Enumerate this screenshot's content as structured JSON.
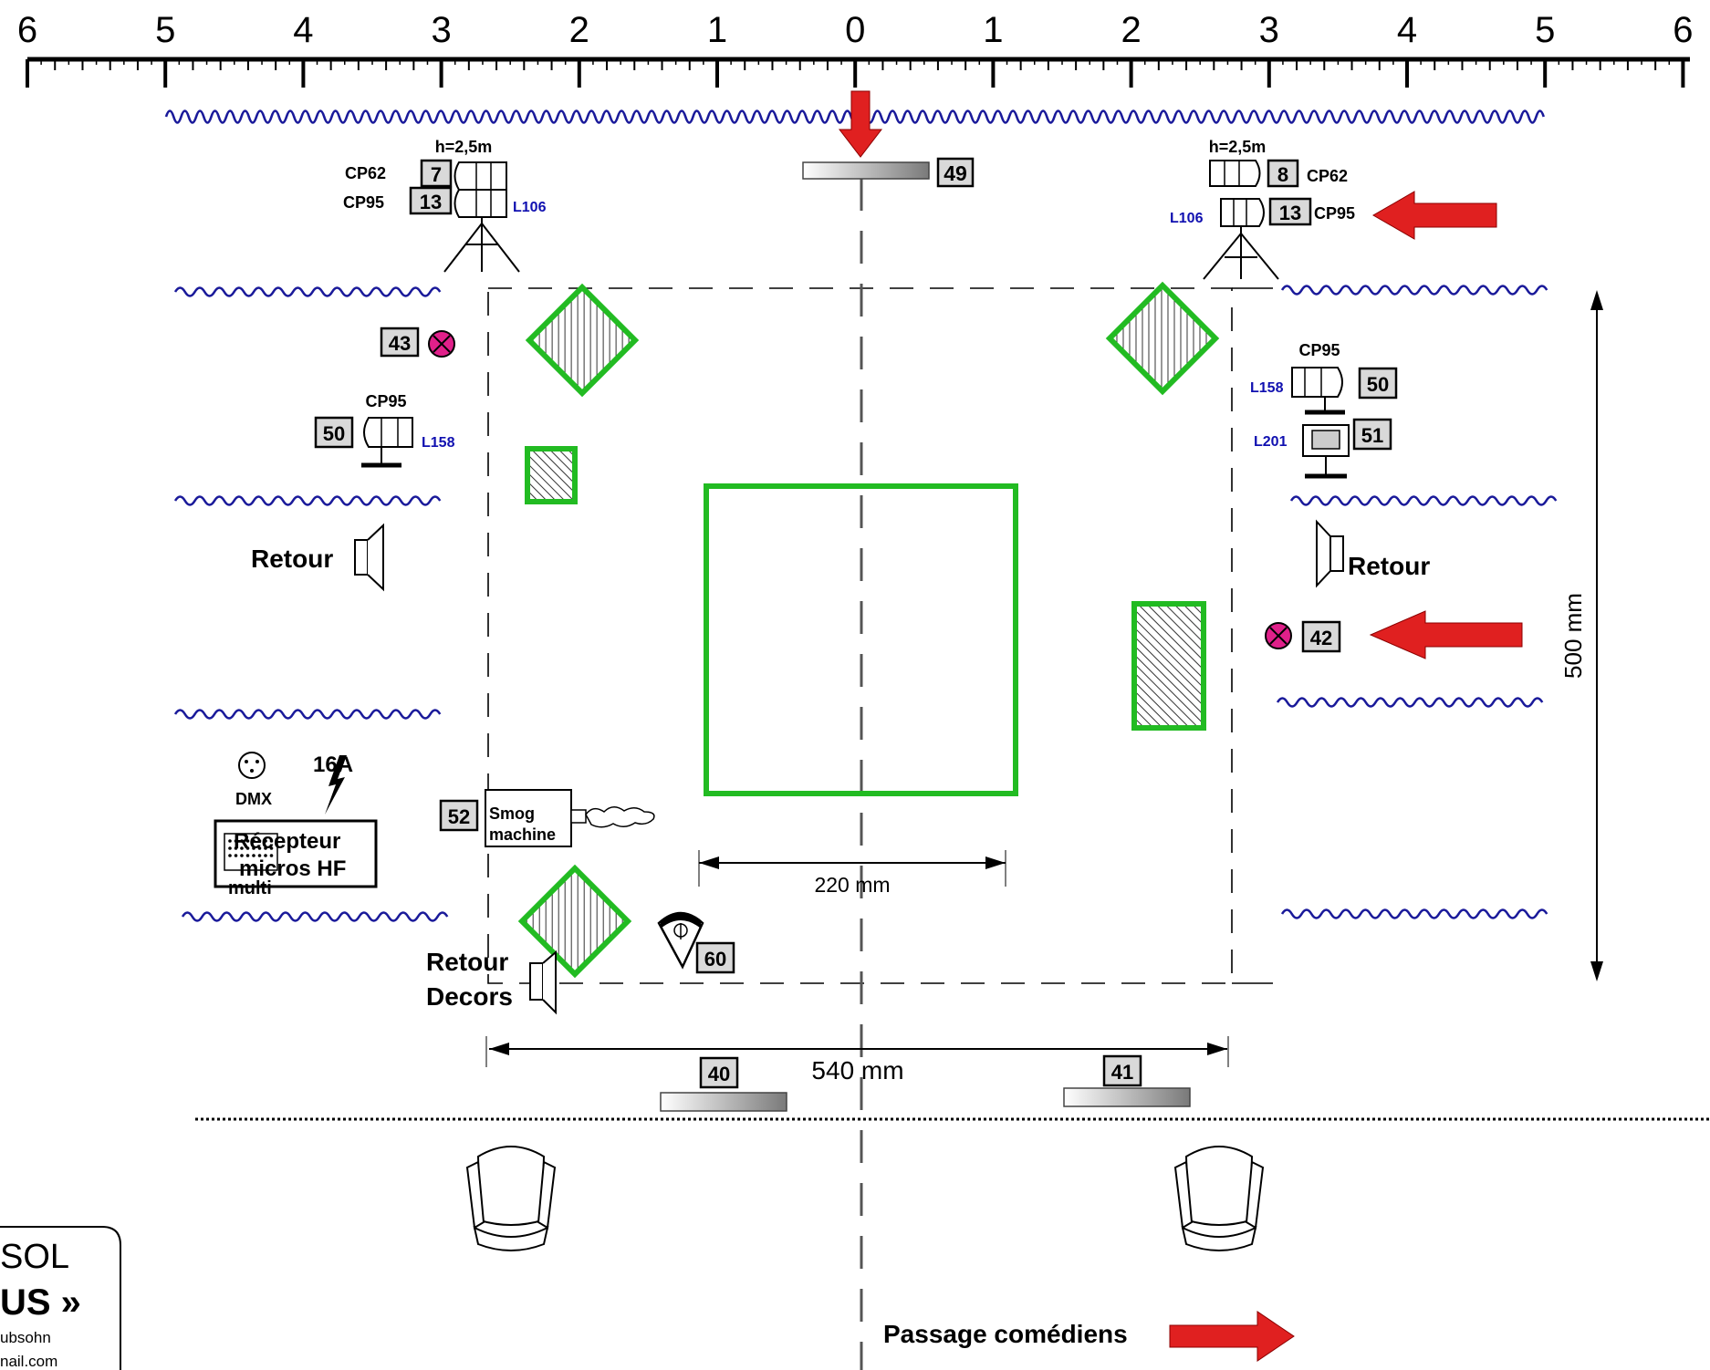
{
  "ruler": {
    "ticks": [
      "6",
      "5",
      "4",
      "3",
      "2",
      "1",
      "0",
      "1",
      "2",
      "3",
      "4",
      "5",
      "6"
    ]
  },
  "fixtures": {
    "left_tripod": {
      "height": "h=2,5m",
      "top_type": "CP62",
      "top_num": "7",
      "bottom_type": "CP95",
      "bottom_num": "13",
      "filter": "L106"
    },
    "right_tripod": {
      "height": "h=2,5m",
      "top_num": "8",
      "top_type": "CP62",
      "filter": "L106",
      "bottom_num": "13",
      "bottom_type": "CP95"
    },
    "bar_top": {
      "num": "49"
    },
    "left_cp95": {
      "type": "CP95",
      "num": "50",
      "filter": "L158"
    },
    "right_cp95": {
      "type": "CP95",
      "num": "50",
      "filter": "L158"
    },
    "right_l201": {
      "filter": "L201",
      "num": "51"
    },
    "left_red": {
      "num": "43"
    },
    "right_red": {
      "num": "42"
    },
    "bar_front_left": {
      "num": "40"
    },
    "bar_front_right": {
      "num": "41"
    },
    "spot_front": {
      "num": "60"
    },
    "smog": {
      "num": "52",
      "label": "Smog machine"
    }
  },
  "labels": {
    "retour_left": "Retour",
    "retour_right": "Retour",
    "retour_decors_1": "Retour",
    "retour_decors_2": "Decors",
    "dmx": "DMX",
    "power": "16A",
    "receiver_1": "Récepteur",
    "receiver_2": "micros HF",
    "receiver_3": "multi",
    "passage": "Passage comédiens"
  },
  "dimensions": {
    "inner_width": "220 mm",
    "stage_width": "540 mm",
    "stage_depth": "500 mm"
  },
  "logo": {
    "line1": "SOL",
    "line2": "US »",
    "line3": "ubsohn",
    "line4": "nail.com"
  },
  "colors": {
    "curtain": "#1a1a9a",
    "decor": "#22bb22",
    "arrow": "#e02020"
  }
}
